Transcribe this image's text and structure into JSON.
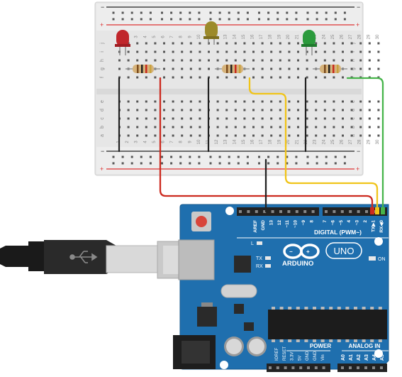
{
  "breadboard": {
    "row_letters_top": [
      "j",
      "i",
      "h",
      "g",
      "f"
    ],
    "row_letters_bottom": [
      "e",
      "d",
      "c",
      "b",
      "a"
    ],
    "column_numbers": [
      "1",
      "2",
      "3",
      "4",
      "5",
      "6",
      "7",
      "8",
      "9",
      "10",
      "11",
      "12",
      "13",
      "14",
      "15",
      "16",
      "17",
      "18",
      "19",
      "20",
      "21",
      "22",
      "23",
      "24",
      "25",
      "26",
      "27",
      "28",
      "29",
      "30"
    ],
    "rail_minus": "−",
    "rail_plus": "+"
  },
  "components": {
    "leds": [
      {
        "name": "red-led",
        "color": "#c0262b"
      },
      {
        "name": "yellow-led",
        "color": "#9c8a2a"
      },
      {
        "name": "green-led",
        "color": "#2b9a3c"
      }
    ],
    "resistor_count": 3
  },
  "wires": {
    "colors": {
      "red": "#cc2a1f",
      "yellow": "#f0c419",
      "green": "#46b44a",
      "black": "#222222"
    }
  },
  "arduino": {
    "brand": "ARDUINO",
    "model": "UNO",
    "digital_label": "DIGITAL (PWM~)",
    "on_label": "ON",
    "power_label": "POWER",
    "analog_label": "ANALOG IN",
    "l_label": "L",
    "tx_label": "TX",
    "rx_label": "RX",
    "digital_pins": [
      "AREF",
      "GND",
      "13",
      "12",
      "~11",
      "~10",
      "~9",
      "8",
      "7",
      "~6",
      "~5",
      "4",
      "~3",
      "2",
      "TX▶1",
      "RX◀0"
    ],
    "power_pins": [
      "IOREF",
      "RESET",
      "3.3V",
      "5V",
      "GND",
      "GND",
      "Vin"
    ],
    "analog_pins": [
      "A0",
      "A1",
      "A2",
      "A3",
      "A4",
      "A5"
    ],
    "board_color": "#1f6fae"
  }
}
